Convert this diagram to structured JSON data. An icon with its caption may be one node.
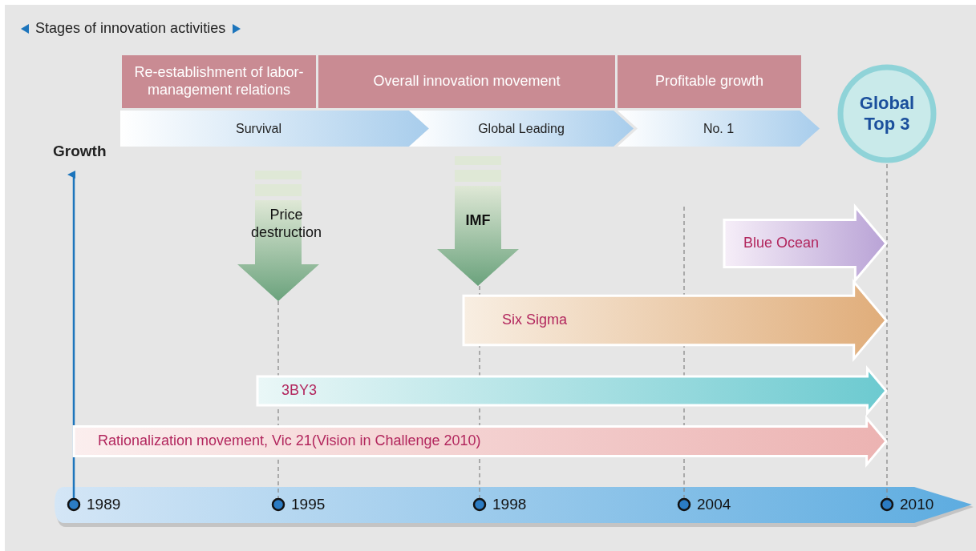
{
  "diagram": {
    "title": "Stages of innovation activities",
    "nodes": [
      {
        "text": [
          "Re-establishment of labor-management relations"
        ]
      },
      {
        "text": [
          "Overall innovation movement"
        ]
      },
      {
        "text": [
          "Profitable growth"
        ]
      },
      {
        "text": [
          "Survival"
        ]
      },
      {
        "text": [
          "Global Leading"
        ]
      },
      {
        "text": [
          "No. 1"
        ]
      },
      {
        "text": [
          "Global Top 3"
        ]
      },
      {
        "text": [
          "Price destruction"
        ]
      },
      {
        "text": [
          "IMF"
        ]
      },
      {
        "text": [
          "Blue Ocean"
        ]
      },
      {
        "text": [
          "Six Sigma"
        ]
      },
      {
        "text": [
          "3BY3"
        ]
      },
      {
        "text": [
          "Rationalization movement, Vic 21(Vision in Challenge 2010)"
        ]
      }
    ],
    "labels": [
      "Growth",
      "1989",
      "1995",
      "1998",
      "2004",
      "2010"
    ]
  }
}
